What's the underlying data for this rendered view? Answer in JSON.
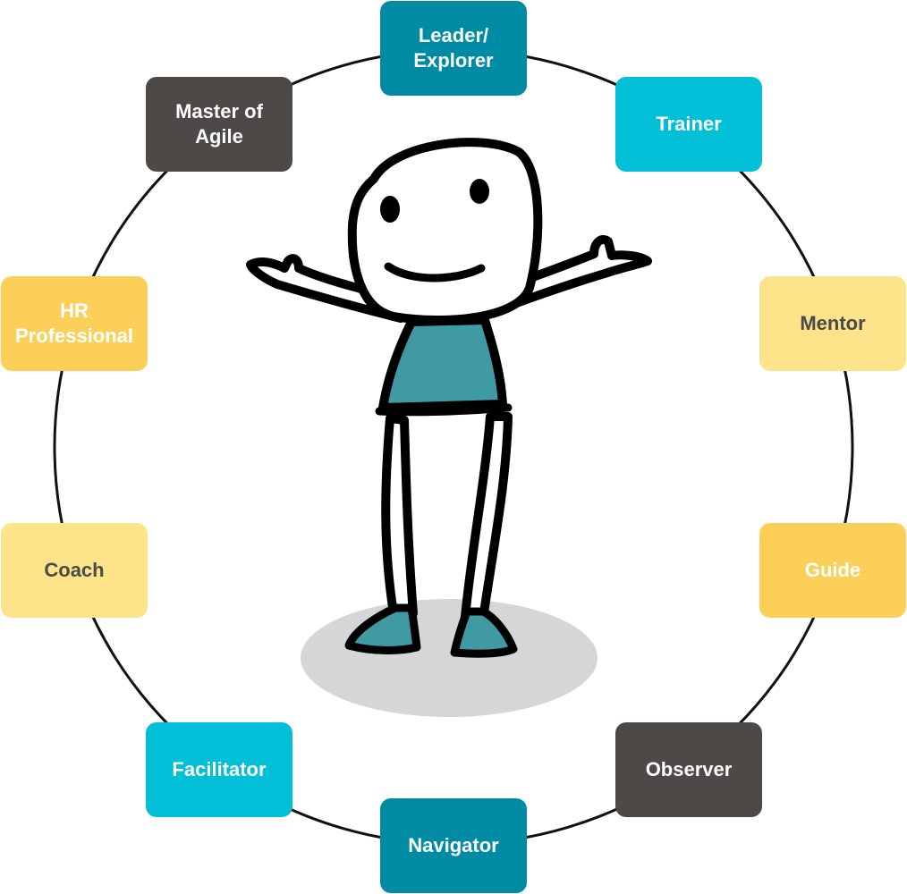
{
  "roles": [
    {
      "id": "leader-explorer",
      "lines": [
        "Leader/",
        "Explorer"
      ],
      "bg": "#008ba4",
      "fg": "#ffffff"
    },
    {
      "id": "trainer",
      "lines": [
        "Trainer"
      ],
      "bg": "#00bfd6",
      "fg": "#ffffff"
    },
    {
      "id": "mentor",
      "lines": [
        "Mentor"
      ],
      "bg": "#fde38a",
      "fg": "#4a4a4a"
    },
    {
      "id": "guide",
      "lines": [
        "Guide"
      ],
      "bg": "#fbcf58",
      "fg": "#ffffff"
    },
    {
      "id": "observer",
      "lines": [
        "Observer"
      ],
      "bg": "#4c4946",
      "fg": "#ffffff"
    },
    {
      "id": "navigator",
      "lines": [
        "Navigator"
      ],
      "bg": "#008ba4",
      "fg": "#ffffff"
    },
    {
      "id": "facilitator",
      "lines": [
        "Facilitator"
      ],
      "bg": "#00bfd6",
      "fg": "#ffffff"
    },
    {
      "id": "coach",
      "lines": [
        "Coach"
      ],
      "bg": "#fde38a",
      "fg": "#4a4a4a"
    },
    {
      "id": "hr",
      "lines": [
        "HR",
        "Professional"
      ],
      "bg": "#fbcf58",
      "fg": "#ffffff"
    },
    {
      "id": "master",
      "lines": [
        "Master of",
        "Agile"
      ],
      "bg": "#4c4946",
      "fg": "#ffffff"
    }
  ],
  "colors": {
    "ring": "#111111",
    "figure_outline": "#000000",
    "shirt": "#3f9aa3",
    "shoes": "#3f9aa3",
    "shadow": "#d5d6d8"
  }
}
